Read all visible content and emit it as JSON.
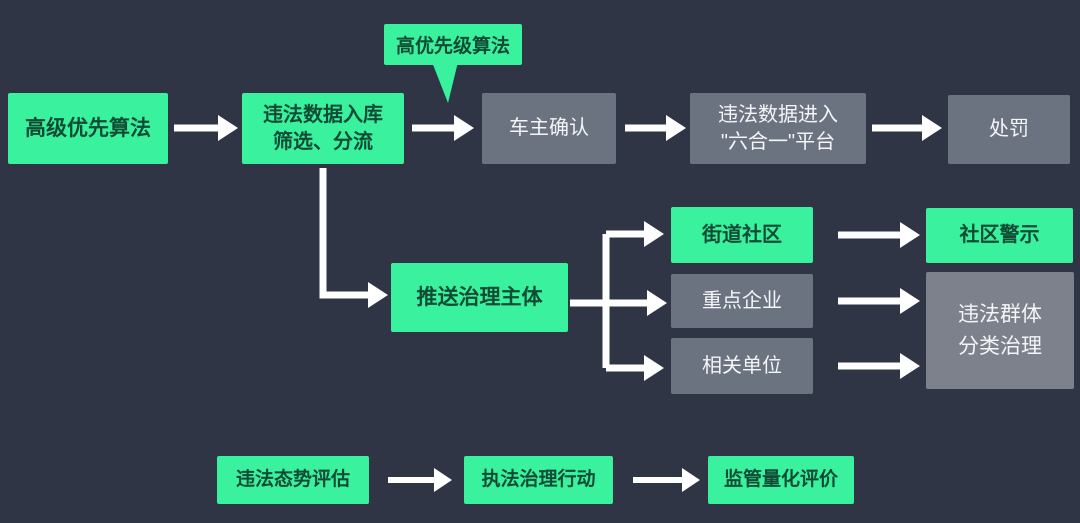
{
  "colors": {
    "bg": "#2f3544",
    "green": "#3af29d",
    "green_text": "#114b36",
    "gray": "#6c7380",
    "gray_light": "#7c818c",
    "white_text": "#f4f5f7",
    "arrow": "#ffffff"
  },
  "callout": {
    "label": "高优先级算法"
  },
  "nodes": {
    "advanced_priority_algorithm": {
      "label": "高级优先算法"
    },
    "violation_data_intake": {
      "label": "违法数据入库\n筛选、分流"
    },
    "owner_confirmation": {
      "label": "车主确认"
    },
    "six_in_one_platform": {
      "label": "违法数据进入\n\"六合一\"平台"
    },
    "punishment": {
      "label": "处罚"
    },
    "push_governance_subjects": {
      "label": "推送治理主体"
    },
    "street_community": {
      "label": "街道社区"
    },
    "key_enterprises": {
      "label": "重点企业"
    },
    "related_units": {
      "label": "相关单位"
    },
    "community_warning": {
      "label": "社区警示"
    },
    "violation_group_governance": {
      "label": "违法群体\n分类治理"
    },
    "violation_trend_assessment": {
      "label": "违法态势评估"
    },
    "enforcement_action": {
      "label": "执法治理行动"
    },
    "supervision_evaluation": {
      "label": "监管量化评价"
    }
  }
}
